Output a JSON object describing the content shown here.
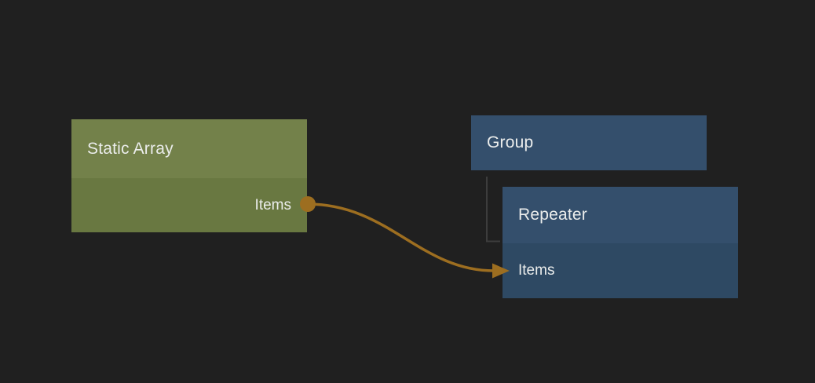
{
  "canvas": {
    "background": "#202020"
  },
  "text_color": "#ebedec",
  "nodes": [
    {
      "id": "static-array",
      "title": "Static Array",
      "header_color": "#73814a",
      "body_color": "#697841",
      "outputs": [
        {
          "label": "Items"
        }
      ]
    },
    {
      "id": "group",
      "title": "Group",
      "header_color": "#344f6c"
    },
    {
      "id": "repeater",
      "title": "Repeater",
      "header_color": "#344f6c",
      "body_color": "#2e4963",
      "inputs": [
        {
          "label": "Items"
        }
      ]
    }
  ],
  "connection": {
    "from_node": "Static Array",
    "from_port": "Items",
    "to_node": "Repeater",
    "to_port": "Items",
    "color": "#9d6e20"
  },
  "hierarchy_edge": {
    "parent": "Group",
    "child": "Repeater",
    "color": "#3d3d3d"
  }
}
